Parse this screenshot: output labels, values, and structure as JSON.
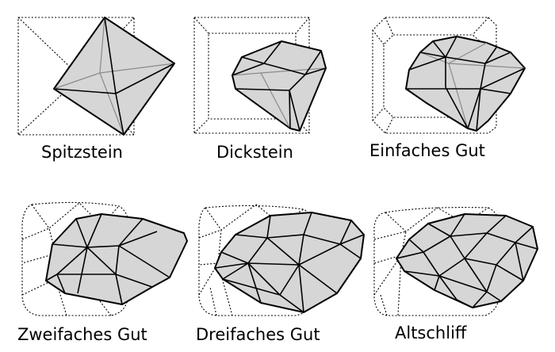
{
  "panels": [
    {
      "id": "spitzstein",
      "label": "Spitzstein"
    },
    {
      "id": "dickstein",
      "label": "Dickstein"
    },
    {
      "id": "einfaches-gut",
      "label": "Einfaches Gut"
    },
    {
      "id": "zweifaches-gut",
      "label": "Zweifaches Gut"
    },
    {
      "id": "dreifaches-gut",
      "label": "Dreifaches Gut"
    },
    {
      "id": "altschliff",
      "label": "Altschliff"
    }
  ]
}
